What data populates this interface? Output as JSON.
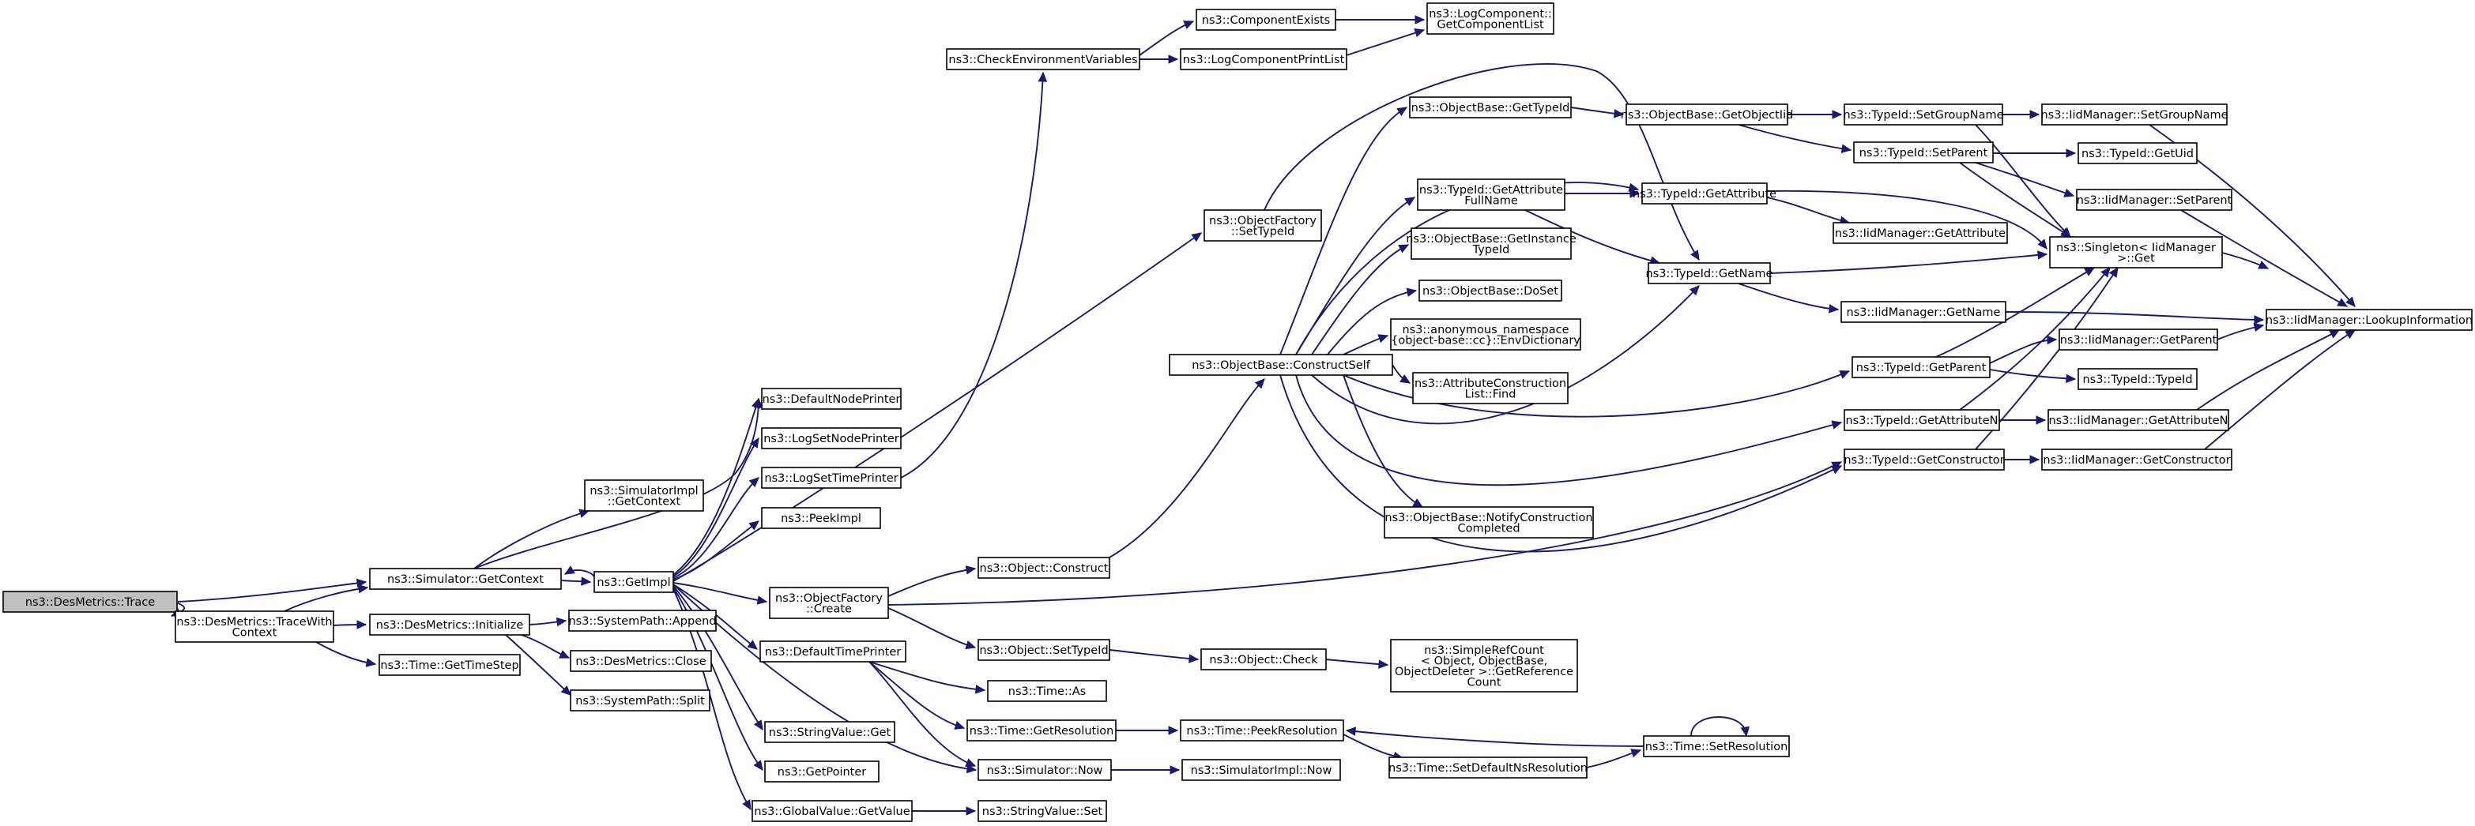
{
  "colors": {
    "edge": "#191970",
    "root_fill": "#bfbfbf",
    "node_fill": "#ffffff",
    "node_stroke": "#000000"
  },
  "nodes": [
    {
      "id": "trace",
      "label": [
        "ns3::DesMetrics::Trace"
      ]
    },
    {
      "id": "getcontext",
      "label": [
        "ns3::Simulator::GetContext"
      ]
    },
    {
      "id": "tracewith",
      "label": [
        "ns3::DesMetrics::TraceWith",
        "Context"
      ]
    },
    {
      "id": "simimplctx",
      "label": [
        "ns3::SimulatorImpl",
        "::GetContext"
      ]
    },
    {
      "id": "getimpl",
      "label": [
        "ns3::GetImpl"
      ]
    },
    {
      "id": "desinit",
      "label": [
        "ns3::DesMetrics::Initialize"
      ]
    },
    {
      "id": "timestep",
      "label": [
        "ns3::Time::GetTimeStep"
      ]
    },
    {
      "id": "defnode",
      "label": [
        "ns3::DefaultNodePrinter"
      ]
    },
    {
      "id": "lognode",
      "label": [
        "ns3::LogSetNodePrinter"
      ]
    },
    {
      "id": "logtime",
      "label": [
        "ns3::LogSetTimePrinter"
      ]
    },
    {
      "id": "peekimpl",
      "label": [
        "ns3::PeekImpl"
      ]
    },
    {
      "id": "ofcreate",
      "label": [
        "ns3::ObjectFactory",
        "::Create"
      ]
    },
    {
      "id": "deftime",
      "label": [
        "ns3::DefaultTimePrinter"
      ]
    },
    {
      "id": "strget",
      "label": [
        "ns3::StringValue::Get"
      ]
    },
    {
      "id": "getptr",
      "label": [
        "ns3::GetPointer"
      ]
    },
    {
      "id": "gvget",
      "label": [
        "ns3::GlobalValue::GetValue"
      ]
    },
    {
      "id": "spappend",
      "label": [
        "ns3::SystemPath::Append"
      ]
    },
    {
      "id": "desclose",
      "label": [
        "ns3::DesMetrics::Close"
      ]
    },
    {
      "id": "spsplit",
      "label": [
        "ns3::SystemPath::Split"
      ]
    },
    {
      "id": "checkenv",
      "label": [
        "ns3::CheckEnvironmentVariables"
      ]
    },
    {
      "id": "compexists",
      "label": [
        "ns3::ComponentExists"
      ]
    },
    {
      "id": "logprint",
      "label": [
        "ns3::LogComponentPrintList"
      ]
    },
    {
      "id": "getcomplist",
      "label": [
        "ns3::LogComponent::",
        "GetComponentList"
      ]
    },
    {
      "id": "ofsettid",
      "label": [
        "ns3::ObjectFactory",
        "::SetTypeId"
      ]
    },
    {
      "id": "objconstruct",
      "label": [
        "ns3::Object::Construct"
      ]
    },
    {
      "id": "objsettid",
      "label": [
        "ns3::Object::SetTypeId"
      ]
    },
    {
      "id": "timeas",
      "label": [
        "ns3::Time::As"
      ]
    },
    {
      "id": "timegetres",
      "label": [
        "ns3::Time::GetResolution"
      ]
    },
    {
      "id": "simnow",
      "label": [
        "ns3::Simulator::Now"
      ]
    },
    {
      "id": "strset",
      "label": [
        "ns3::StringValue::Set"
      ]
    },
    {
      "id": "constructself",
      "label": [
        "ns3::ObjectBase::ConstructSelf"
      ]
    },
    {
      "id": "objcheck",
      "label": [
        "ns3::Object::Check"
      ]
    },
    {
      "id": "timepeekres",
      "label": [
        "ns3::Time::PeekResolution"
      ]
    },
    {
      "id": "simimplnow",
      "label": [
        "ns3::SimulatorImpl::Now"
      ]
    },
    {
      "id": "obgettid",
      "label": [
        "ns3::ObjectBase::GetTypeId"
      ]
    },
    {
      "id": "tidgetattrfull",
      "label": [
        "ns3::TypeId::GetAttribute",
        "FullName"
      ]
    },
    {
      "id": "obgetinst",
      "label": [
        "ns3::ObjectBase::GetInstance",
        "TypeId"
      ]
    },
    {
      "id": "obdoset",
      "label": [
        "ns3::ObjectBase::DoSet"
      ]
    },
    {
      "id": "envdict",
      "label": [
        "ns3::anonymous_namespace",
        "{object-base::cc}::EnvDictionary"
      ]
    },
    {
      "id": "acfind",
      "label": [
        "ns3::AttributeConstruction",
        "List::Find"
      ]
    },
    {
      "id": "obnotify",
      "label": [
        "ns3::ObjectBase::NotifyConstruction",
        "Completed"
      ]
    },
    {
      "id": "simplerefcount",
      "label": [
        "ns3::SimpleRefCount",
        "< Object, ObjectBase,",
        "ObjectDeleter >::GetReference",
        "Count"
      ]
    },
    {
      "id": "settimedef",
      "label": [
        "ns3::Time::SetDefaultNsResolution"
      ]
    },
    {
      "id": "obgetoid",
      "label": [
        "ns3::ObjectBase::GetObjectIid"
      ]
    },
    {
      "id": "tidgetattr",
      "label": [
        "ns3::TypeId::GetAttribute"
      ]
    },
    {
      "id": "tidgetname",
      "label": [
        "ns3::TypeId::GetName"
      ]
    },
    {
      "id": "timesetres",
      "label": [
        "ns3::Time::SetResolution"
      ]
    },
    {
      "id": "tidsetgroup",
      "label": [
        "ns3::TypeId::SetGroupName"
      ]
    },
    {
      "id": "tidsetparent",
      "label": [
        "ns3::TypeId::SetParent"
      ]
    },
    {
      "id": "iidgetattr",
      "label": [
        "ns3::IidManager::GetAttribute"
      ]
    },
    {
      "id": "iidgetname",
      "label": [
        "ns3::IidManager::GetName"
      ]
    },
    {
      "id": "tidgetparent",
      "label": [
        "ns3::TypeId::GetParent"
      ]
    },
    {
      "id": "tidgetattrn",
      "label": [
        "ns3::TypeId::GetAttributeN"
      ]
    },
    {
      "id": "tidgetctor",
      "label": [
        "ns3::TypeId::GetConstructor"
      ]
    },
    {
      "id": "iidsetgroup",
      "label": [
        "ns3::IidManager::SetGroupName"
      ]
    },
    {
      "id": "tidgetuid",
      "label": [
        "ns3::TypeId::GetUid"
      ]
    },
    {
      "id": "iidsetparent",
      "label": [
        "ns3::IidManager::SetParent"
      ]
    },
    {
      "id": "singletonget",
      "label": [
        "ns3::Singleton< IidManager",
        ">::Get"
      ]
    },
    {
      "id": "iidgetparent",
      "label": [
        "ns3::IidManager::GetParent"
      ]
    },
    {
      "id": "tidtid",
      "label": [
        "ns3::TypeId::TypeId"
      ]
    },
    {
      "id": "iidgetattrn",
      "label": [
        "ns3::IidManager::GetAttributeN"
      ]
    },
    {
      "id": "iidgetctor",
      "label": [
        "ns3::IidManager::GetConstructor"
      ]
    },
    {
      "id": "iidlookup",
      "label": [
        "ns3::IidManager::LookupInformation"
      ]
    }
  ]
}
